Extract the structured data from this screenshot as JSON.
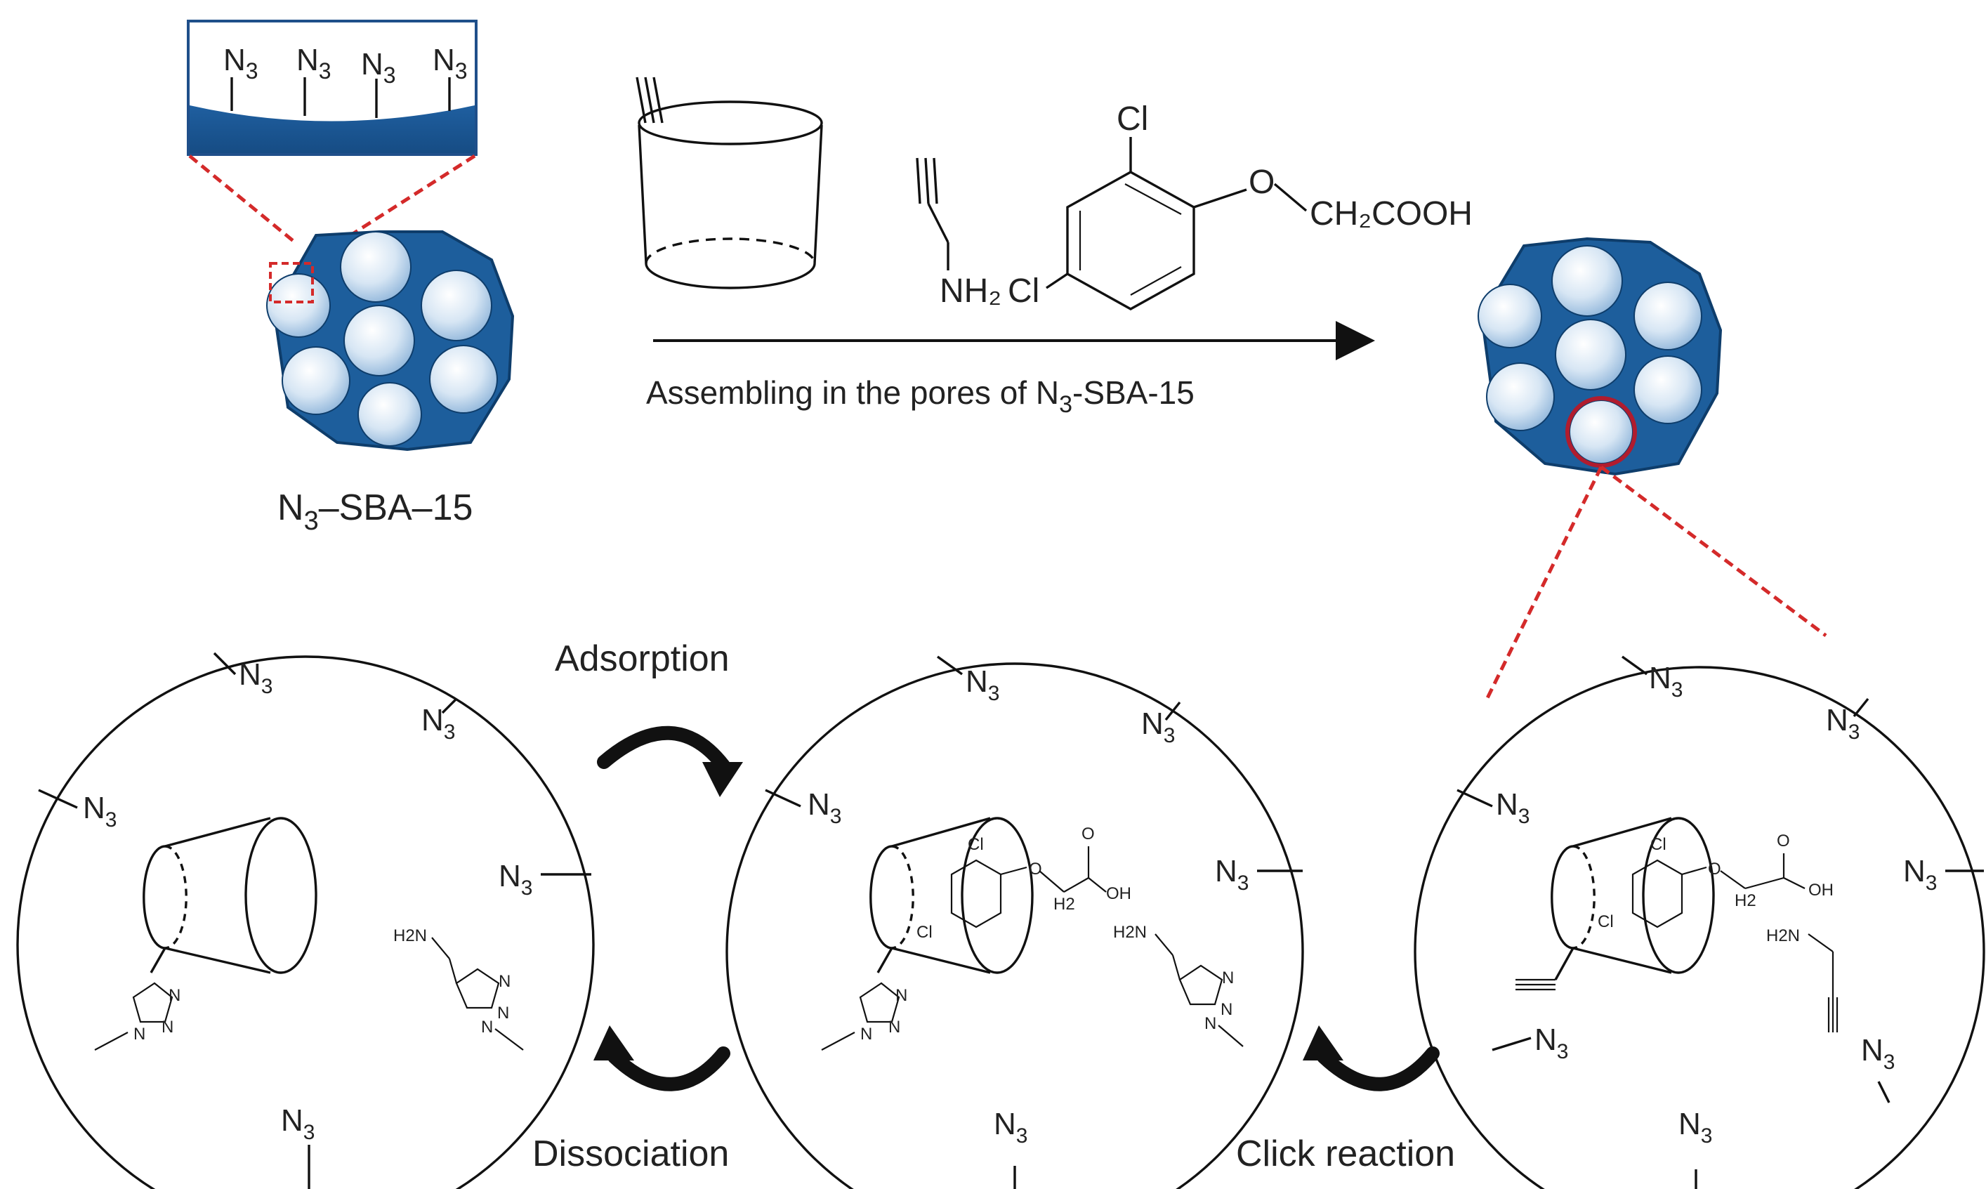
{
  "material_label_base": "N",
  "material_label_sub": "3",
  "material_label_rest": "–SBA–15",
  "surface_group_base": "N",
  "surface_group_sub": "3",
  "reagents": {
    "cl_top": "Cl",
    "cl_bottom": "Cl",
    "side_chain": "CH₂COOH",
    "oxygen": "O",
    "amine": "NH₂"
  },
  "arrow_caption_prefix": "Assembling in the pores of N",
  "arrow_caption_sub": "3",
  "arrow_caption_suffix": "-SBA-15",
  "step_labels": {
    "adsorption": "Adsorption",
    "dissociation": "Dissociation",
    "click_reaction": "Click reaction"
  },
  "small_labels": {
    "cl": "Cl",
    "oh": "OH",
    "o": "O",
    "h2": "H2",
    "h2n": "H2N",
    "n": "N"
  },
  "colors": {
    "silica_blue": "#1d5e9c",
    "zoom_line_red": "#d42a2a",
    "highlight_ring": "#b01c2e"
  }
}
